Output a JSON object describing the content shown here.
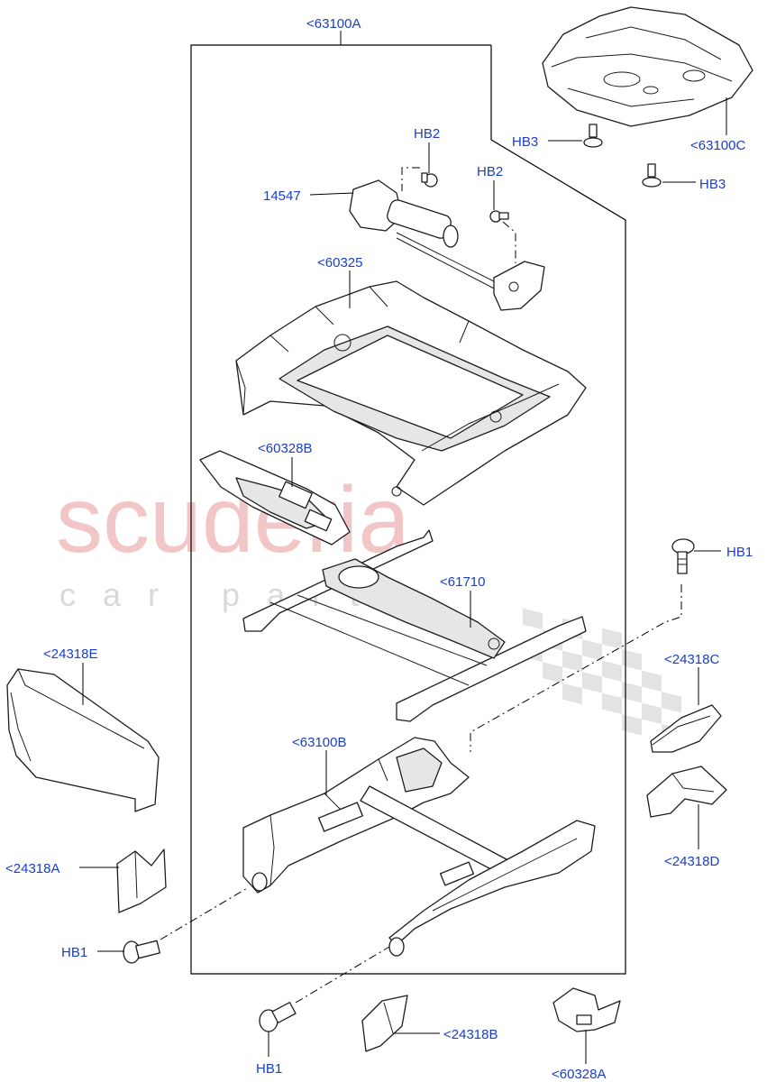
{
  "watermark": {
    "brand": "scuderia",
    "tagline": "car parts"
  },
  "labels": {
    "l_63100A": "<63100A",
    "l_63100C": "<63100C",
    "l_hb3_a": "HB3",
    "l_hb3_b": "HB3",
    "l_hb2_a": "HB2",
    "l_hb2_b": "HB2",
    "l_14547": "14547",
    "l_60325": "<60325",
    "l_60328B": "<60328B",
    "l_61710": "<61710",
    "l_hb1_r": "HB1",
    "l_24318E": "<24318E",
    "l_24318C": "<24318C",
    "l_63100B": "<63100B",
    "l_24318D": "<24318D",
    "l_24318A": "<24318A",
    "l_hb1_l": "HB1",
    "l_hb1_b": "HB1",
    "l_24318B": "<24318B",
    "l_60328A": "<60328A"
  },
  "colors": {
    "label": "#1a3fc4",
    "line": "#000000",
    "watermark_red": "#f2c6c6",
    "watermark_grey": "#d9d9d9"
  }
}
